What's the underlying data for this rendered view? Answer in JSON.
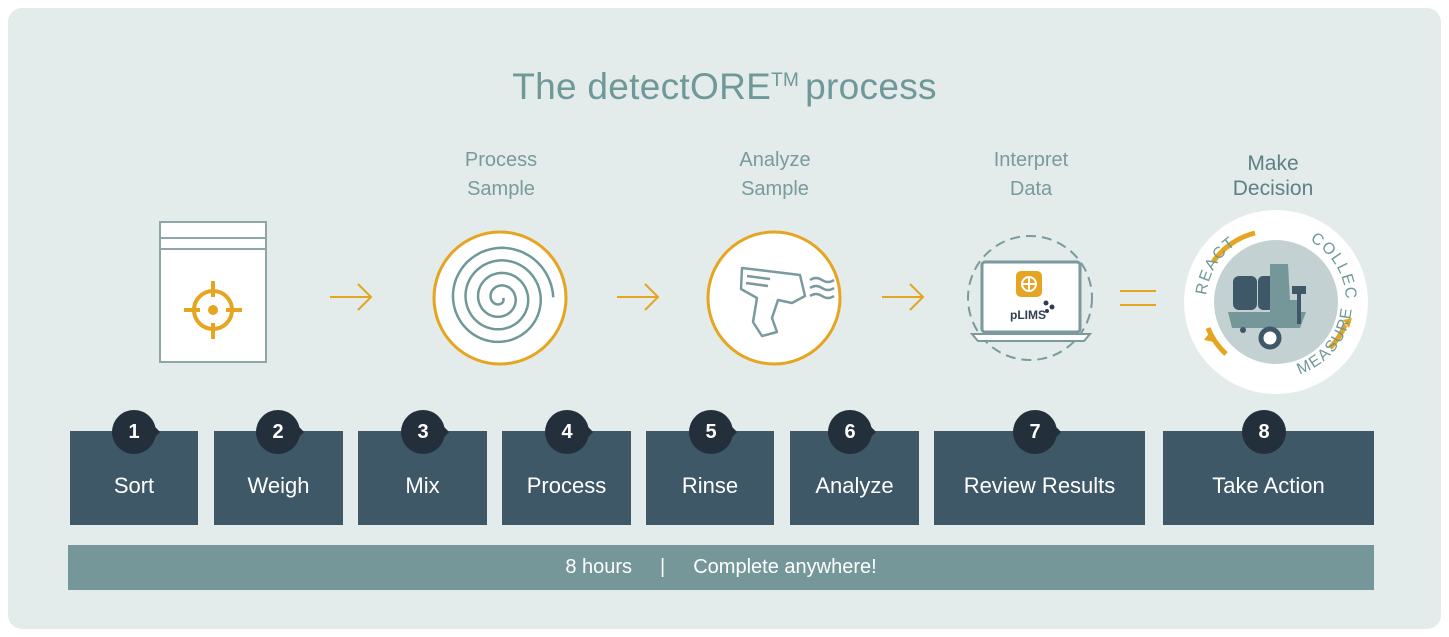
{
  "title": {
    "main": "The detectORE",
    "tm": "TM",
    "rest": "process"
  },
  "phases": [
    {
      "line1": "Process",
      "line2": "Sample"
    },
    {
      "line1": "Analyze",
      "line2": "Sample"
    },
    {
      "line1": "Interpret",
      "line2": "Data"
    },
    {
      "line1": "Make",
      "line2": "Decision"
    }
  ],
  "steps": [
    {
      "num": "1",
      "label": "Sort"
    },
    {
      "num": "2",
      "label": "Weigh"
    },
    {
      "num": "3",
      "label": "Mix"
    },
    {
      "num": "4",
      "label": "Process"
    },
    {
      "num": "5",
      "label": "Rinse"
    },
    {
      "num": "6",
      "label": "Analyze"
    },
    {
      "num": "7",
      "label": "Review Results"
    },
    {
      "num": "8",
      "label": "Take Action"
    }
  ],
  "footer": {
    "duration": "8 hours",
    "separator": "|",
    "location": "Complete anywhere!"
  },
  "laptop_app_label": "pLIMS",
  "cycle_words": {
    "collect": "COLLECT",
    "measure": "MEASURE",
    "react": "REACT"
  },
  "icons": [
    "target-icon",
    "spiral-icon",
    "handheld-analyzer-icon",
    "laptop-icon",
    "equals-icon",
    "forklift-icon"
  ],
  "colors": {
    "accent": "#e5a521",
    "step_box": "#3e5868",
    "badge": "#232f3a",
    "footer": "#759799",
    "panel": "#e3ebeb",
    "title": "#6f9898"
  }
}
